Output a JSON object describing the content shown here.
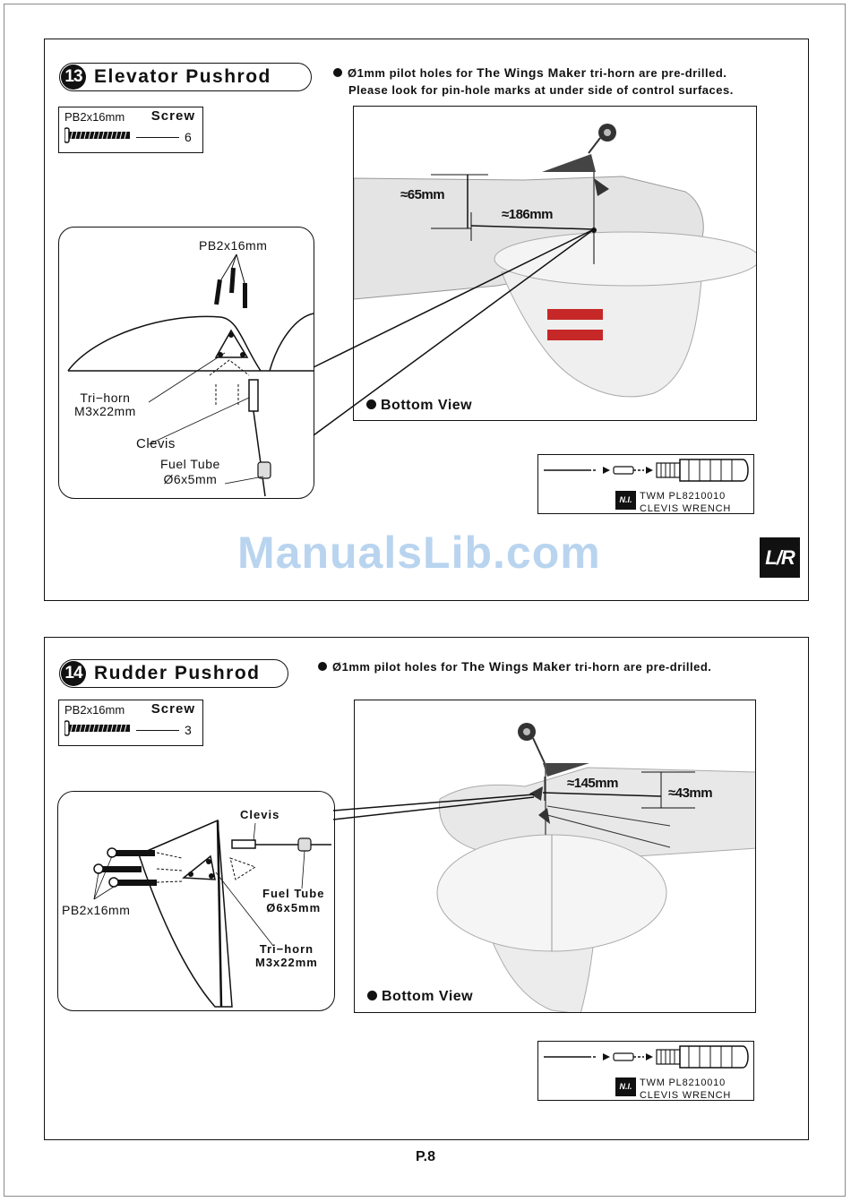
{
  "page": {
    "number": "P.8",
    "watermark": "ManualsLib.com",
    "side_badge": "L/R"
  },
  "steps": [
    {
      "number": "13",
      "title": "Elevator Pushrod",
      "screw": {
        "code": "PB2x16mm",
        "label": "Screw",
        "qty": "6"
      },
      "note": {
        "line1_a": "Ø1mm pilot holes for ",
        "line1_brand": "The Wings Maker",
        "line1_b": " tri-horn are pre-drilled.",
        "line2": "Please look for pin-hole marks at under side of control surfaces."
      },
      "photo": {
        "view_label": "Bottom View",
        "dim_height": "≈65mm",
        "dim_width": "≈186mm"
      },
      "detail": {
        "screw_label": "PB2x16mm",
        "trihorn_line1": "Tri−horn",
        "trihorn_line2": "M3x22mm",
        "clevis": "Clevis",
        "fuel_line1": "Fuel Tube",
        "fuel_line2": "Ø6x5mm"
      },
      "tool": {
        "badge": "N.I.",
        "line1": "TWM PL8210010",
        "line2": "CLEVIS WRENCH"
      }
    },
    {
      "number": "14",
      "title": "Rudder Pushrod",
      "screw": {
        "code": "PB2x16mm",
        "label": "Screw",
        "qty": "3"
      },
      "note": {
        "line1_a": "Ø1mm pilot holes for ",
        "line1_brand": "The Wings Maker",
        "line1_b": " tri-horn are pre-drilled."
      },
      "photo": {
        "view_label": "Bottom View",
        "dim_width": "≈145mm",
        "dim_height": "≈43mm"
      },
      "detail": {
        "clevis": "Clevis",
        "screw_label": "PB2x16mm",
        "fuel_line1": "Fuel Tube",
        "fuel_line2": "Ø6x5mm",
        "trihorn_line1": "Tri−horn",
        "trihorn_line2": "M3x22mm"
      },
      "tool": {
        "badge": "N.I.",
        "line1": "TWM PL8210010",
        "line2": "CLEVIS WRENCH"
      }
    }
  ]
}
